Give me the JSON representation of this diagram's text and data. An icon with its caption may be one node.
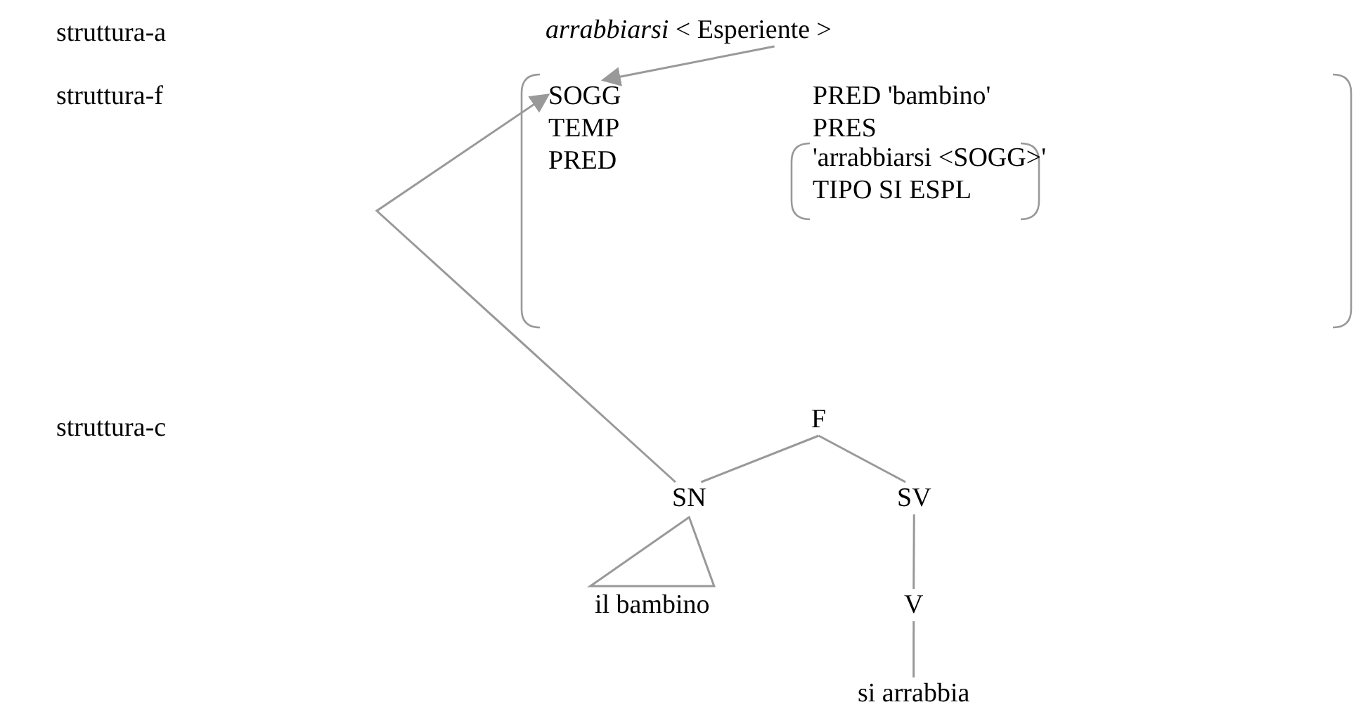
{
  "diagram": {
    "nodes": [
      {
        "text": [
          "*arrabbiarsi* < Esperiente >"
        ]
      },
      {
        "text": [],
        "shape": "box"
      },
      {
        "text": [
          "SOGG"
        ],
        "in": 1
      },
      {
        "text": [
          "PRED 'bambino'"
        ],
        "in": 1
      },
      {
        "text": [
          "TEMP"
        ],
        "in": 1
      },
      {
        "text": [
          "PRES"
        ],
        "in": 1
      },
      {
        "text": [
          "PRED"
        ],
        "in": 1
      },
      {
        "text": [
          "'arrabbiarsi <SOGG>'",
          "TIPO SI ESPL"
        ],
        "in": 1
      },
      {
        "text": [
          "F"
        ]
      },
      {
        "text": [
          "SN"
        ]
      },
      {
        "text": [
          "SV"
        ]
      },
      {
        "text": [
          "il bambino"
        ]
      },
      {
        "text": [
          "V"
        ]
      },
      {
        "text": [
          "si arrabbia"
        ]
      }
    ],
    "edges": [
      {
        "from": 0,
        "to": 2,
        "arrow": "to"
      },
      {
        "from": 9,
        "to": 2,
        "arrow": "to"
      },
      {
        "from": 8,
        "to": 9,
        "arrow": "none"
      },
      {
        "from": 8,
        "to": 10,
        "arrow": "none"
      },
      {
        "from": 9,
        "to": 11,
        "arrow": "none"
      },
      {
        "from": 10,
        "to": 12,
        "arrow": "none"
      },
      {
        "from": 12,
        "to": 13,
        "arrow": "none"
      }
    ],
    "labels": [
      "struttura-a",
      "struttura-f",
      "struttura-c"
    ]
  }
}
